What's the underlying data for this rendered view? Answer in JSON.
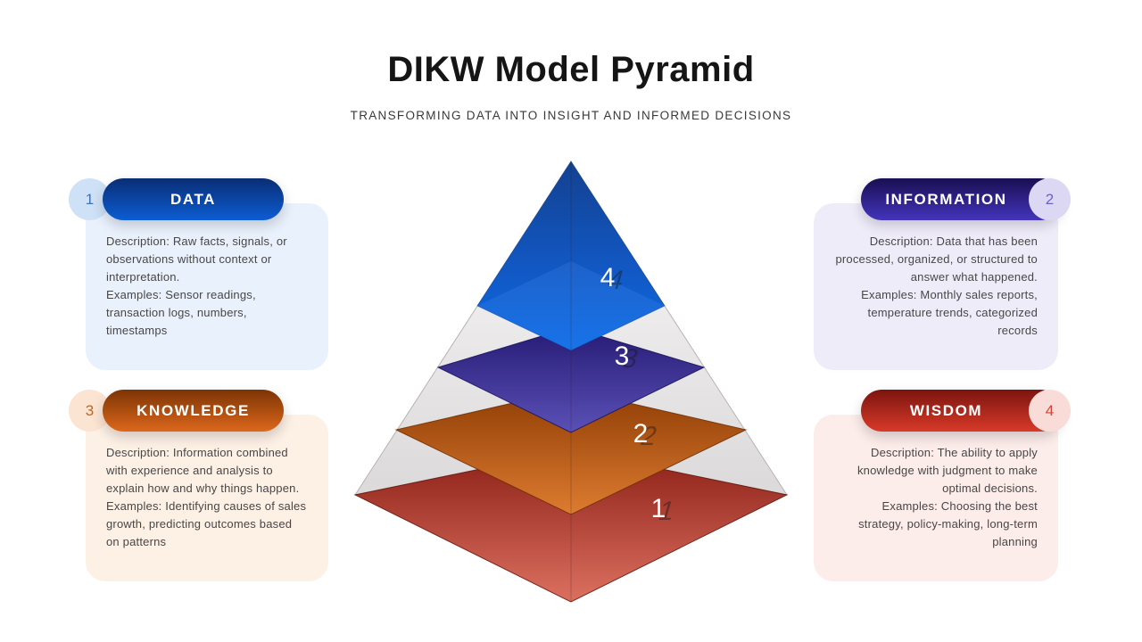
{
  "header": {
    "title": "DIKW Model Pyramid",
    "subtitle": "TRANSFORMING DATA INTO INSIGHT AND INFORMED DECISIONS"
  },
  "pyramid": {
    "layers": [
      {
        "number": "4",
        "face_color_top": "#134190",
        "face_color_bottom": "#0b6ae6"
      },
      {
        "number": "3",
        "face_color_top": "#251b74",
        "face_color_bottom": "#5b50b6"
      },
      {
        "number": "2",
        "face_color_top": "#8f3c05",
        "face_color_bottom": "#dd7c30"
      },
      {
        "number": "1",
        "face_color_top": "#8c1f16",
        "face_color_bottom": "#dc7060"
      }
    ],
    "back_face_color": "#e3e1e1"
  },
  "cards": [
    {
      "id": "data",
      "number": "1",
      "label": "DATA",
      "description": "Description: Raw facts, signals, or observations without context or interpretation.",
      "examples": "Examples: Sensor readings, transaction logs, numbers, timestamps",
      "accent": "#0c5cd4",
      "card_bg": "#e9f1fd"
    },
    {
      "id": "information",
      "number": "2",
      "label": "INFORMATION",
      "description": "Description: Data that has been processed, organized, or structured to answer what happened.",
      "examples": "Examples: Monthly sales reports, temperature trends, categorized records",
      "accent": "#4334bc",
      "card_bg": "#efecfa"
    },
    {
      "id": "knowledge",
      "number": "3",
      "label": "KNOWLEDGE",
      "description": "Description: Information combined with experience and analysis to explain how and why things happen.",
      "examples": "Examples: Identifying causes of sales growth, predicting outcomes based on patterns",
      "accent": "#dd671c",
      "card_bg": "#fdf0e5"
    },
    {
      "id": "wisdom",
      "number": "4",
      "label": "WISDOM",
      "description": "Description: The ability to apply knowledge with judgment to make optimal decisions.",
      "examples": "Examples: Choosing the best strategy, policy-making, long-term planning",
      "accent": "#d83a28",
      "card_bg": "#fcecea"
    }
  ]
}
